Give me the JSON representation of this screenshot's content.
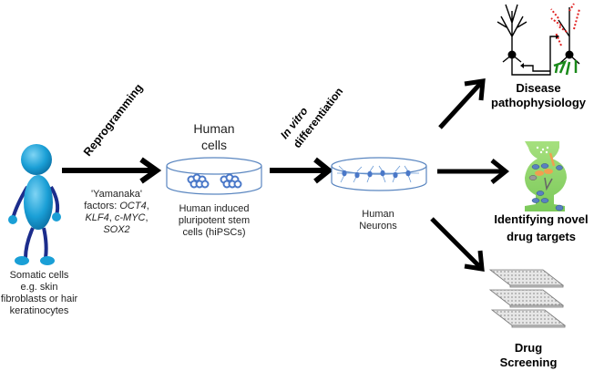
{
  "title": "hiPSC reprogramming and neuronal differentiation workflow",
  "stages": {
    "somatic": {
      "label_lines": [
        "Somatic cells",
        "e.g. skin",
        "fibroblasts or hair",
        "keratinocytes"
      ],
      "icon": "person-figure-icon"
    },
    "reprogramming": {
      "arrow_label": "Reprogramming",
      "factors_prefix": "'Yamanaka'",
      "factors_line2_prefix": "factors: ",
      "factors": [
        "OCT4",
        "KLF4",
        "c-MYC",
        "SOX2"
      ]
    },
    "hipsc": {
      "heading_lines": [
        "Human",
        "cells"
      ],
      "label_lines": [
        "Human induced",
        "pluripotent stem",
        "cells (hiPSCs)"
      ],
      "icon": "petri-dish-colonies-icon"
    },
    "differentiation": {
      "arrow_label_lines": [
        "In vitro",
        "differentiation"
      ]
    },
    "neurons": {
      "label_lines": [
        "Human",
        "Neurons"
      ],
      "icon": "petri-dish-neurons-icon"
    },
    "outcomes": [
      {
        "label_lines": [
          "Disease",
          "pathophysiology"
        ],
        "icon": "neuron-circuit-icon"
      },
      {
        "label_lines": [
          "Identifying novel",
          "drug targets"
        ],
        "icon": "synapse-pathway-icon"
      },
      {
        "label_lines": [
          "Drug",
          "Screening"
        ],
        "icon": "well-plates-icon"
      }
    ]
  },
  "colors": {
    "figure_blue": "#1a9fd6",
    "figure_limb": "#1c2d8c",
    "dish_outline": "#5a86c0",
    "cell_blue": "#4a78c8",
    "neuron_red": "#e02020",
    "neuron_green": "#1a8a1a",
    "synapse_green": "#8fd46a"
  }
}
